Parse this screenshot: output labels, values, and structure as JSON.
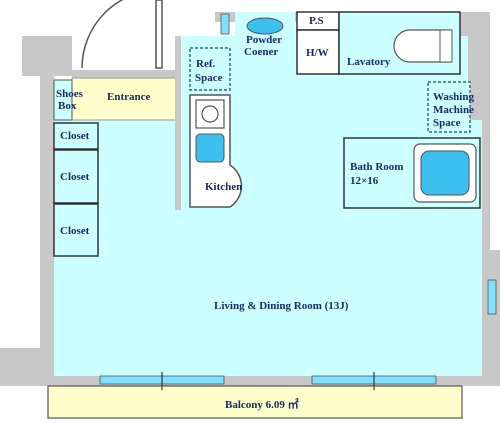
{
  "plan": {
    "colors": {
      "room": "#ccffff",
      "entrance": "#ffffcc",
      "wall": "#c8c8c8",
      "label": "#1a2a6c",
      "window": "#7fe0ff",
      "fixture": "#3cc0f0"
    },
    "rooms": {
      "powder": "Powder",
      "corner": "Coener",
      "ps": "P.S",
      "hw": "H/W",
      "lavatory": "Lavatory",
      "ref_space_1": "Ref.",
      "ref_space_2": "Space",
      "shoes_box_1": "Shoes",
      "shoes_box_2": "Box",
      "entrance": "Entrance",
      "washing_1": "Washing",
      "washing_2": "Machine",
      "washing_3": "Space",
      "closet_1": "Closet",
      "closet_2": "Closet",
      "closet_3": "Closet",
      "kitchen": "Kitchen",
      "bath_room": "Bath Room",
      "bath_size": "12×16",
      "living": "Living & Dining Room (13J)",
      "balcony": "Balcony  6.09 ㎡"
    }
  }
}
